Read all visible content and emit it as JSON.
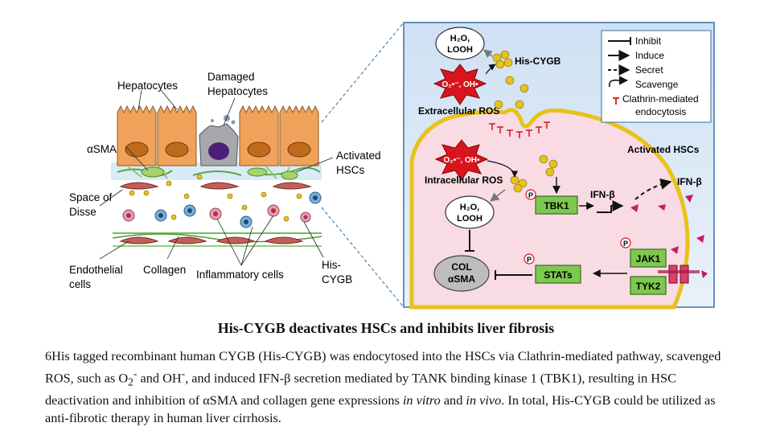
{
  "left": {
    "hepatocytes": "Hepatocytes",
    "damaged_1": "Damaged",
    "damaged_2": "Hepatocytes",
    "asma": "αSMA",
    "activated_1": "Activated",
    "activated_2": "HSCs",
    "space_1": "Space of",
    "space_2": "Disse",
    "endo_1": "Endothelial",
    "endo_2": "cells",
    "collagen": "Collagen",
    "inflammatory": "Inflammatory cells",
    "hiscygb_1": "His-",
    "hiscygb_2": "CYGB"
  },
  "right": {
    "h2o_top_1": "H₂O,",
    "h2o_top_2": "LOOH",
    "his_cygb": "His-CYGB",
    "extracellular_ros": "Extracellular ROS",
    "ros_burst_top": "O₂•⁻, OH•",
    "ros_burst_mid": "O₂•⁻, OH•",
    "intracellular_ros": "Intracellular ROS",
    "activated_hscs": "Activated HSCs",
    "h2o_mid_1": "H₂O,",
    "h2o_mid_2": "LOOH",
    "tbk1": "TBK1",
    "ifn_inner": "IFN-β",
    "ifn_outer": "IFN-β",
    "col_1": "COL",
    "col_2": "αSMA",
    "stats": "STATs",
    "jak1": "JAK1",
    "tyk2": "TYK2",
    "p": "P"
  },
  "legend": {
    "inhibit": "Inhibit",
    "induce": "Induce",
    "secret": "Secret",
    "scavenge": "Scavenge",
    "clathrin_1": "Clathrin-mediated",
    "clathrin_2": "endocytosis"
  },
  "colors": {
    "hepatocyte": "#f0a25a",
    "nucleus": "#c06a1c",
    "cell_fill": "#f8dbe3",
    "panel_bg": "#d6e6f5",
    "green_box": "#7ec850",
    "red_burst": "#d8141c",
    "cygb": "#e8c21a",
    "magenta": "#c8186e"
  },
  "figure_title": "His-CYGB deactivates HSCs and inhibits liver fibrosis",
  "caption": {
    "p1": "6His tagged recombinant human CYGB (His-CYGB) was endocytosed into the HSCs via Clathrin-mediated pathway, scavenged ROS, such as O",
    "sub2": "2",
    "sup_minus": "-",
    "p2": " and OH",
    "sup_minus2": "-",
    "p3": ", and induced IFN-β secretion mediated by TANK binding kinase 1 (TBK1), resulting in HSC deactivation and inhibition of αSMA and collagen gene expressions ",
    "it1": "in vitro",
    "p4": " and ",
    "it2": "in vivo",
    "p5": ". In total, His-CYGB could be utilized as anti-fibrotic therapy in human liver cirrhosis."
  }
}
